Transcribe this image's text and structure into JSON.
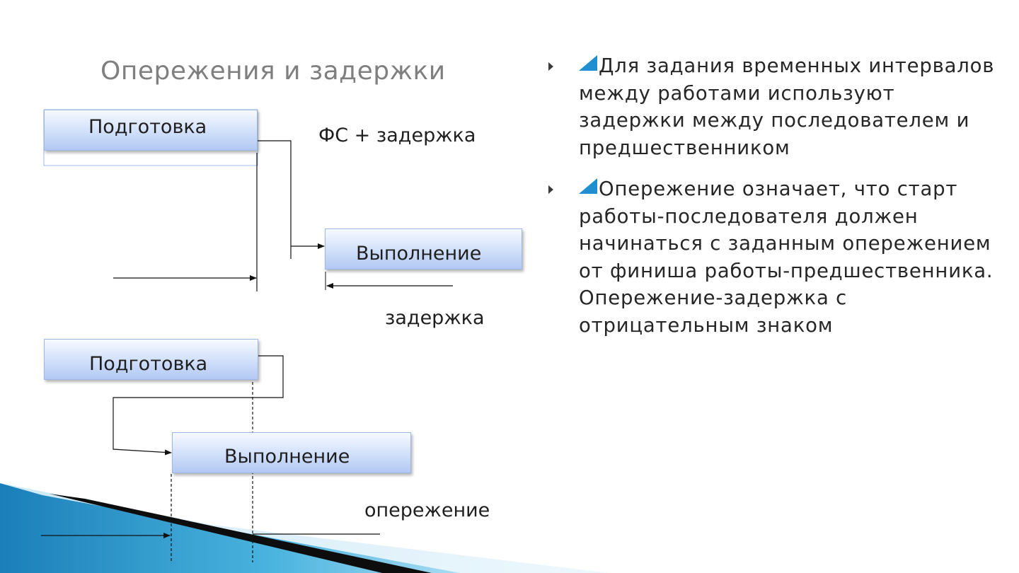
{
  "title": "Опережения и задержки",
  "diagram": {
    "top": {
      "prep_label": "Подготовка",
      "exec_label": "Выполнение",
      "relation_label": "ФС + задержка",
      "lag_label": "задержка"
    },
    "bottom": {
      "prep_label": "Подготовка",
      "exec_label": "Выполнение",
      "lead_label": "опережение"
    }
  },
  "bullets": [
    "Для задания временных интервалов между работами используют задержки между последователем и предшественником",
    "Опережение означает, что старт работы-последователя должен начинаться с заданным опережением от финиша работы-предшественника. Опережение-задержка с отрицательным знаком"
  ],
  "colors": {
    "title": "#7f7f7f",
    "accent_triangle": "#1f8fd0",
    "box_fill_top": "#f7faff",
    "box_fill_bottom": "#b2c9f4",
    "corner_band": "#2a9bd0"
  }
}
